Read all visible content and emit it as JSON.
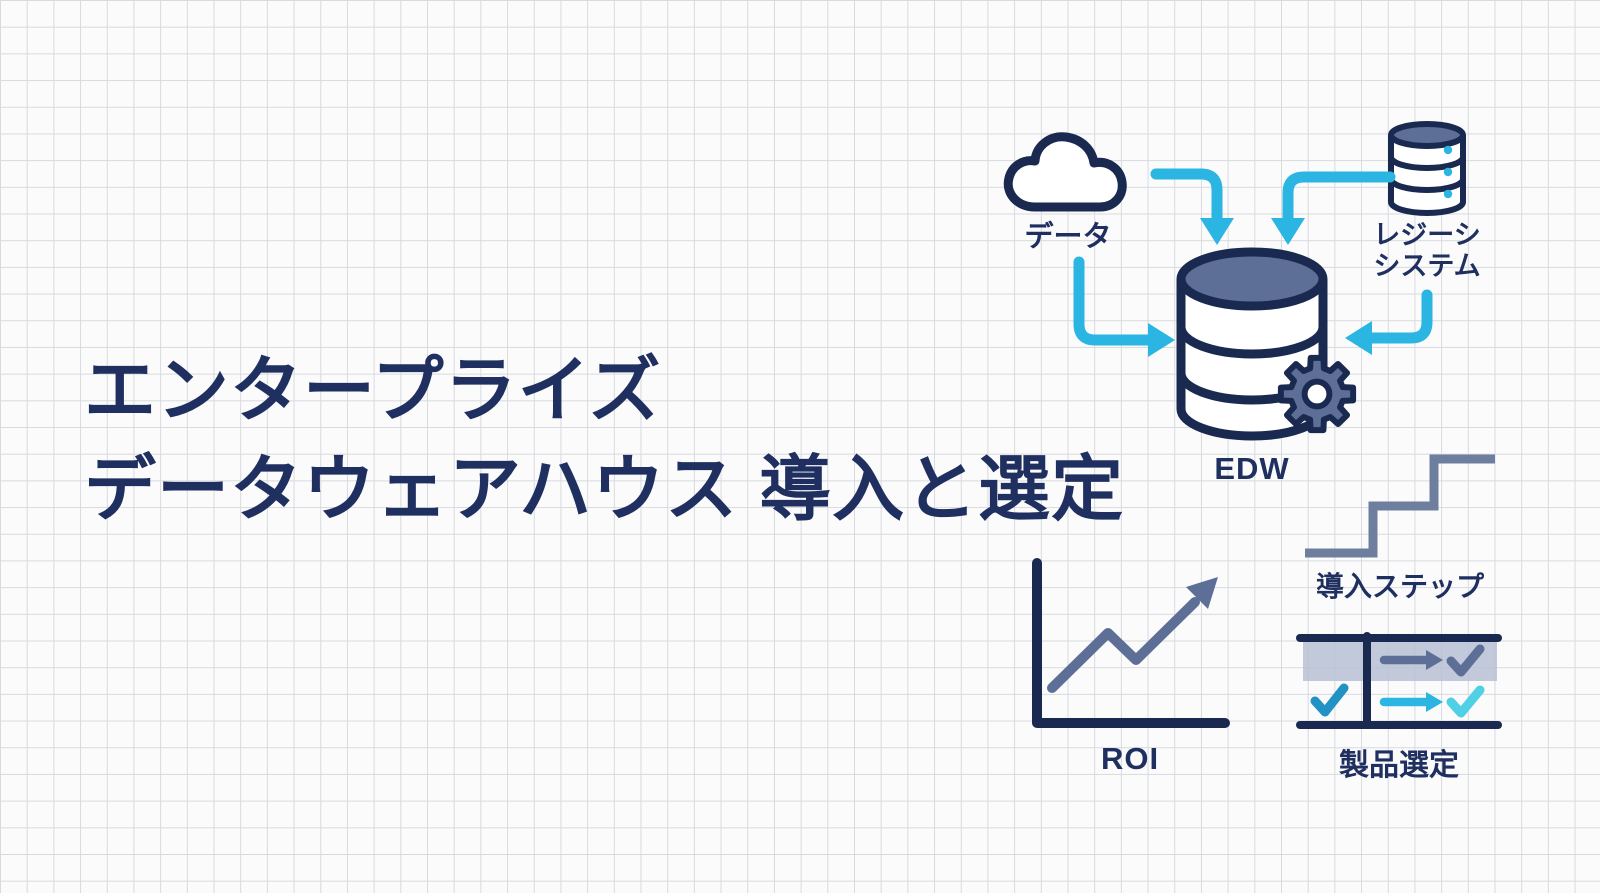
{
  "title": {
    "line1": "エンタープライズ",
    "line2": "データウェアハウス 導入と選定"
  },
  "diagram": {
    "cloud": {
      "icon": "cloud-icon",
      "label": "データ"
    },
    "legacy": {
      "icon": "database-stack-icon",
      "label_line1": "レジーシ",
      "label_line2": "システム"
    },
    "edw": {
      "icon": "database-cylinder-icon",
      "badge_icon": "gear-icon",
      "label": "EDW"
    },
    "flows": [
      {
        "icon": "flow-arrow-icon",
        "from": "cloud",
        "to": "edw-top"
      },
      {
        "icon": "flow-arrow-icon",
        "from": "legacy",
        "to": "edw-top"
      },
      {
        "icon": "flow-arrow-icon",
        "from": "cloud-label",
        "to": "edw-left"
      },
      {
        "icon": "flow-arrow-icon",
        "from": "legacy-label",
        "to": "edw-right"
      }
    ],
    "steps": {
      "icon": "stairs-icon",
      "label": "導入ステップ"
    },
    "roi": {
      "icon": "roi-growth-chart-icon",
      "label": "ROI"
    },
    "selection": {
      "icon": "comparison-table-icon",
      "label": "製品選定",
      "cells": {
        "header_row": [
          "",
          "arrow-right-icon",
          "check-icon"
        ],
        "body_row": [
          "check-icon",
          "arrow-right-icon",
          "check-icon"
        ]
      }
    }
  },
  "colors": {
    "navy": "#1a2950",
    "navy-text": "#1f2f5f",
    "slate": "#5d6f97",
    "slate-soft": "#6e7e9e",
    "cyan": "#2bb5e2",
    "cyan-dark": "#2292c5",
    "cyan-light": "#4fd0e4",
    "band": "#b7c0d3",
    "grid-line": "#d8dade",
    "bg": "#fbfbfc"
  }
}
